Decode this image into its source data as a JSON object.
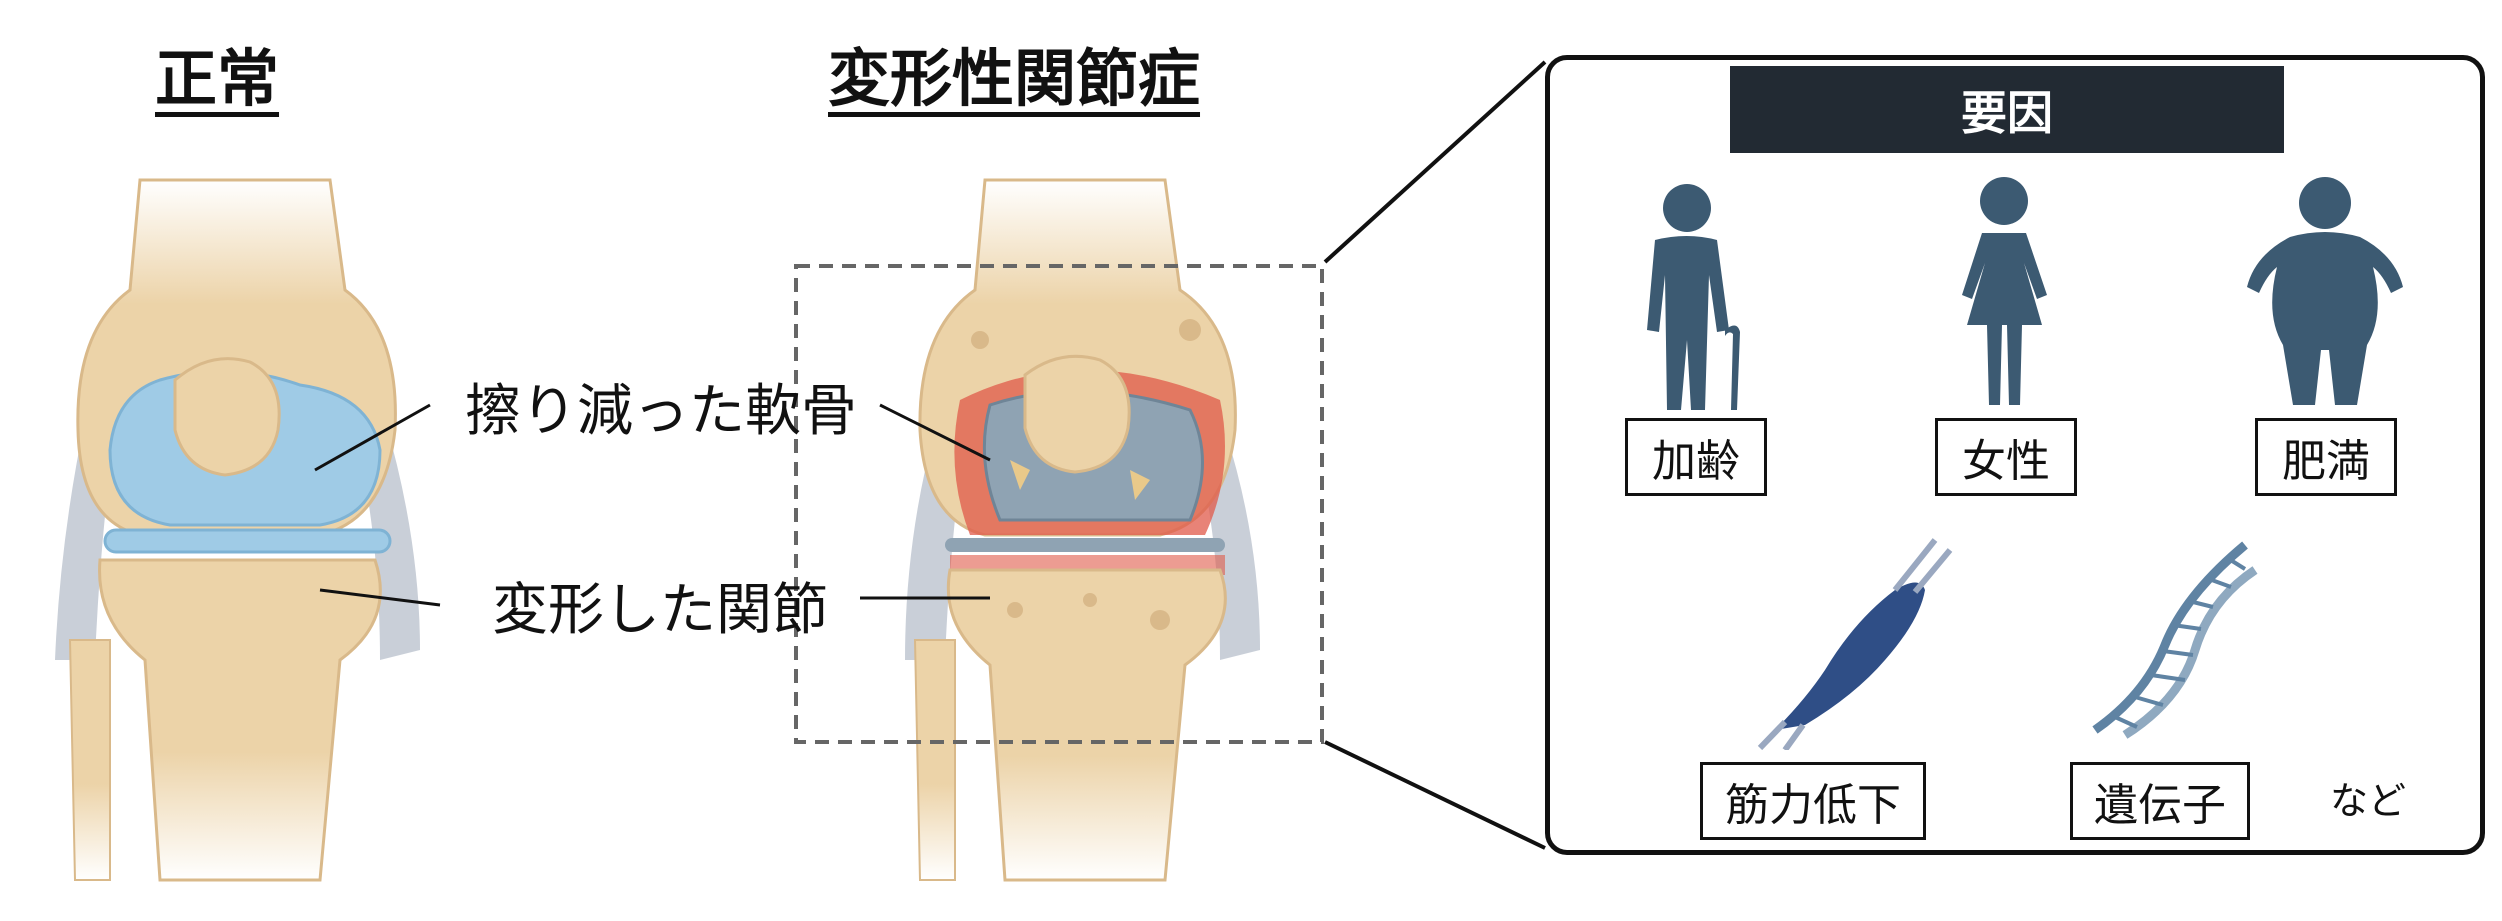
{
  "titles": {
    "normal": "正常",
    "oa": "変形性関節症"
  },
  "labels": {
    "cartilage": "擦り減った軟骨",
    "joint": "変形した関節"
  },
  "factors": {
    "header": "要因",
    "items": [
      {
        "label": "加齢",
        "icon": "elderly-person-icon"
      },
      {
        "label": "女性",
        "icon": "woman-icon"
      },
      {
        "label": "肥満",
        "icon": "obese-person-icon"
      },
      {
        "label": "筋力低下",
        "icon": "muscle-icon"
      },
      {
        "label": "遺伝子",
        "icon": "dna-icon"
      }
    ],
    "etc": "など"
  },
  "colors": {
    "bone": "#ecd3a8",
    "cartilage": "#9fcbe6",
    "damaged_cartilage": "#8fa3b3",
    "inflammation": "#e05a4a",
    "ligament": "#c9cfd8",
    "figure": "#3c5a72",
    "header_bg": "#222a33"
  }
}
